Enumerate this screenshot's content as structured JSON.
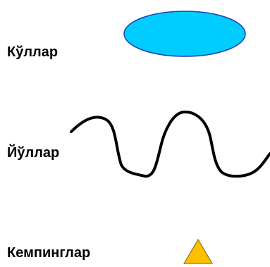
{
  "legend": {
    "items": [
      {
        "key": "lakes",
        "label": "Кўллар",
        "symbol": "ellipse",
        "fill": "#00CCFF",
        "stroke": "#1F3FAF"
      },
      {
        "key": "roads",
        "label": "Йўллар",
        "symbol": "wavy-line",
        "stroke": "#000000"
      },
      {
        "key": "camps",
        "label": "Кемпинглар",
        "symbol": "triangle",
        "fill": "#FFC000",
        "stroke": "#7F6000"
      }
    ]
  }
}
